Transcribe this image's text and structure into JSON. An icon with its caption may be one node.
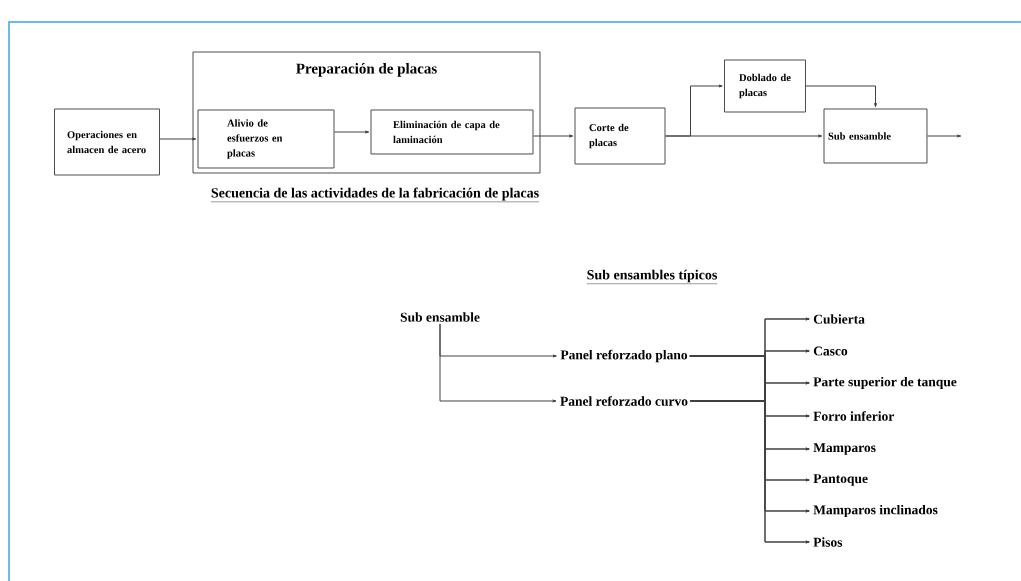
{
  "diagram": {
    "nodes": [
      {
        "text": [
          "Operaciones en almacen de acero"
        ]
      },
      {
        "text": [
          "Preparación de placas"
        ]
      },
      {
        "text": [
          "Alivio de esfuerzos en placas"
        ],
        "in": 1
      },
      {
        "text": [
          "Eliminación de capa de laminación"
        ],
        "in": 1
      },
      {
        "text": [
          "Corte de placas"
        ]
      },
      {
        "text": [
          "Doblado de placas"
        ]
      },
      {
        "text": [
          "Sub ensamble"
        ]
      },
      {
        "text": [
          "Sub ensamble"
        ]
      },
      {
        "text": [
          "Panel reforzado plano"
        ]
      },
      {
        "text": [
          "Panel reforzado curvo"
        ]
      },
      {
        "text": [
          "Cubierta"
        ]
      },
      {
        "text": [
          "Casco"
        ]
      },
      {
        "text": [
          "Parte superior de tanque"
        ]
      },
      {
        "text": [
          "Forro inferior"
        ]
      },
      {
        "text": [
          "Mamparos"
        ]
      },
      {
        "text": [
          "Pantoque"
        ]
      },
      {
        "text": [
          "Mamparos inclinados"
        ]
      },
      {
        "text": [
          "Pisos"
        ]
      }
    ],
    "edges": [
      {
        "from": 0,
        "to": 2,
        "arrow": "to"
      },
      {
        "from": 2,
        "to": 3,
        "arrow": "to"
      },
      {
        "from": 3,
        "to": 4,
        "arrow": "to"
      },
      {
        "from": 4,
        "to": 5,
        "arrow": "to"
      },
      {
        "from": 4,
        "to": 6,
        "arrow": "to"
      },
      {
        "from": 5,
        "to": 6,
        "arrow": "to"
      },
      {
        "from": 6,
        "to": null,
        "arrow": "to"
      },
      {
        "from": 7,
        "to": 8,
        "arrow": "to"
      },
      {
        "from": 7,
        "to": 9,
        "arrow": "to"
      },
      {
        "from": 8,
        "to": 10,
        "arrow": "to"
      },
      {
        "from": 8,
        "to": 11,
        "arrow": "to"
      },
      {
        "from": 8,
        "to": 12,
        "arrow": "to"
      },
      {
        "from": 8,
        "to": 13,
        "arrow": "to"
      },
      {
        "from": 8,
        "to": 14,
        "arrow": "to"
      },
      {
        "from": 8,
        "to": 15,
        "arrow": "to"
      },
      {
        "from": 8,
        "to": 16,
        "arrow": "to"
      },
      {
        "from": 8,
        "to": 17,
        "arrow": "to"
      },
      {
        "from": 9,
        "to": 10,
        "arrow": "to"
      },
      {
        "from": 9,
        "to": 11,
        "arrow": "to"
      },
      {
        "from": 9,
        "to": 12,
        "arrow": "to"
      },
      {
        "from": 9,
        "to": 13,
        "arrow": "to"
      },
      {
        "from": 9,
        "to": 14,
        "arrow": "to"
      },
      {
        "from": 9,
        "to": 15,
        "arrow": "to"
      },
      {
        "from": 9,
        "to": 16,
        "arrow": "to"
      },
      {
        "from": 9,
        "to": 17,
        "arrow": "to"
      }
    ],
    "labels": [
      "Secuencia de las actividades de la fabricación de placas",
      "Sub ensambles típicos"
    ]
  }
}
